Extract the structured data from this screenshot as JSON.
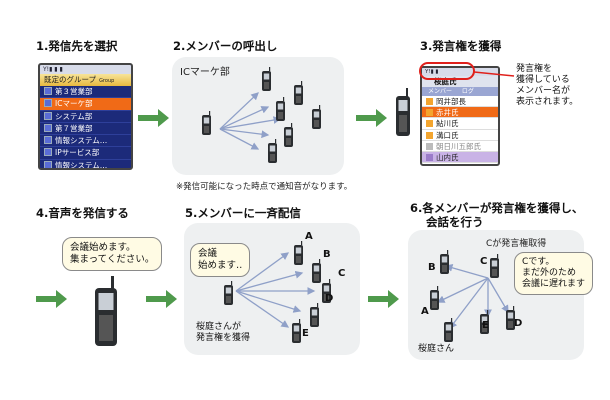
{
  "steps": {
    "s1": "1.発信先を選択",
    "s2": "2.メンバーの呼出し",
    "s3": "3.発言権を獲得",
    "s4": "4.音声を発信する",
    "s5": "5.メンバーに一斉配信",
    "s6a": "6.各メンバーが発言権を獲得し、",
    "s6b": "会話を行う"
  },
  "screen1": {
    "status": "Y!▮ ▮ ▮",
    "header": "既定のグループ",
    "header_small": "Group",
    "rows": [
      "第３営業部",
      "ICマーケ部",
      "システム部",
      "第７営業部",
      "情報システム…",
      "IPサービス部",
      "情報システム…"
    ],
    "selected_index": 1
  },
  "panel2": {
    "group_label": "ICマーケ部",
    "note": "※発信可能になった時点で通知音がなります。"
  },
  "screen3": {
    "status": "Y!▮ ▮",
    "top_name": "桜庭氏",
    "tabs": [
      "メンバー",
      "ログ"
    ],
    "rows": [
      "岡井部長",
      "赤井氏",
      "鮎川氏",
      "溝口氏",
      "朝日川五郎氏",
      "山内氏"
    ],
    "highlight_index": 1,
    "dim_index": 4,
    "lilac_index": 5
  },
  "callout3": [
    "発言権を",
    "獲得している",
    "メンバー名が",
    "表示されます。"
  ],
  "bubble4": [
    "会議始めます。",
    "集まってください。"
  ],
  "panel5": {
    "bubble": [
      "会議",
      "始めます‥"
    ],
    "caption": [
      "桜庭さんが",
      "発言権を獲得"
    ],
    "labels": [
      "A",
      "B",
      "C",
      "D",
      "E"
    ]
  },
  "panel6": {
    "top_caption": "Cが発言権取得",
    "bubble": [
      "Cです。",
      "まだ外のため",
      "会議に遅れます"
    ],
    "labels": [
      "A",
      "B",
      "C",
      "D",
      "E"
    ],
    "sakuraba": "桜庭さん"
  },
  "colors": {
    "arrow": "#4f9a4c",
    "accent": "#f06a17",
    "ring": "#e0201b",
    "phone": "#2a2d30"
  }
}
